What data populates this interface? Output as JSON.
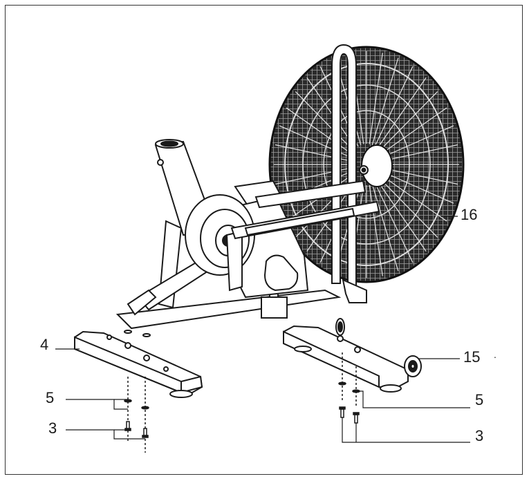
{
  "callouts": {
    "c16": "16",
    "c15": "15",
    "c4": "4",
    "c5_left": "5",
    "c3_left": "3",
    "c5_right": "5",
    "c3_right": "3",
    "dot": "."
  },
  "colors": {
    "line": "#1a1a1a",
    "fan": "#2b2b2b",
    "background": "#ffffff"
  }
}
